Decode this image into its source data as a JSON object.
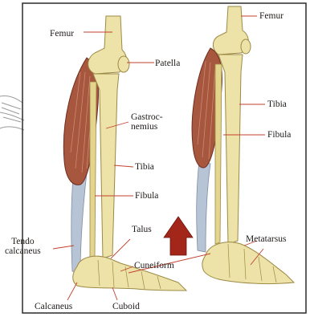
{
  "diagram": {
    "colors": {
      "bone": "#ede2a8",
      "bone_shadow": "#c9b56a",
      "muscle": "#a8573f",
      "tendon": "#b7c4d6",
      "leader": "#c2412e",
      "arrow": "#a3261a",
      "frame": "#2a2a2a",
      "text": "#1e1a18"
    },
    "labels": {
      "femur_left": "Femur",
      "patella": "Patella",
      "gastrocnemius": "Gastroc-\nnemius",
      "tibia_left": "Tibia",
      "fibula_left": "Fibula",
      "talus": "Talus",
      "tendo_calcaneus": "Tendo\ncalcaneus",
      "cuneiform": "Cuneiform",
      "calcaneus": "Calcaneus",
      "cuboid": "Cuboid",
      "femur_right": "Femur",
      "tibia_right": "Tibia",
      "fibula_right": "Fibula",
      "metatarsus": "Metatarsus"
    },
    "arrow_direction": "up"
  }
}
